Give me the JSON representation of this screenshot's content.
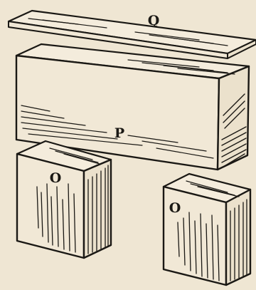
{
  "labels": {
    "board": "Q",
    "long_block": "P",
    "left_post": "O",
    "right_post": "O"
  },
  "colors": {
    "background": "#efe6d3",
    "ink": "#1a1814"
  }
}
